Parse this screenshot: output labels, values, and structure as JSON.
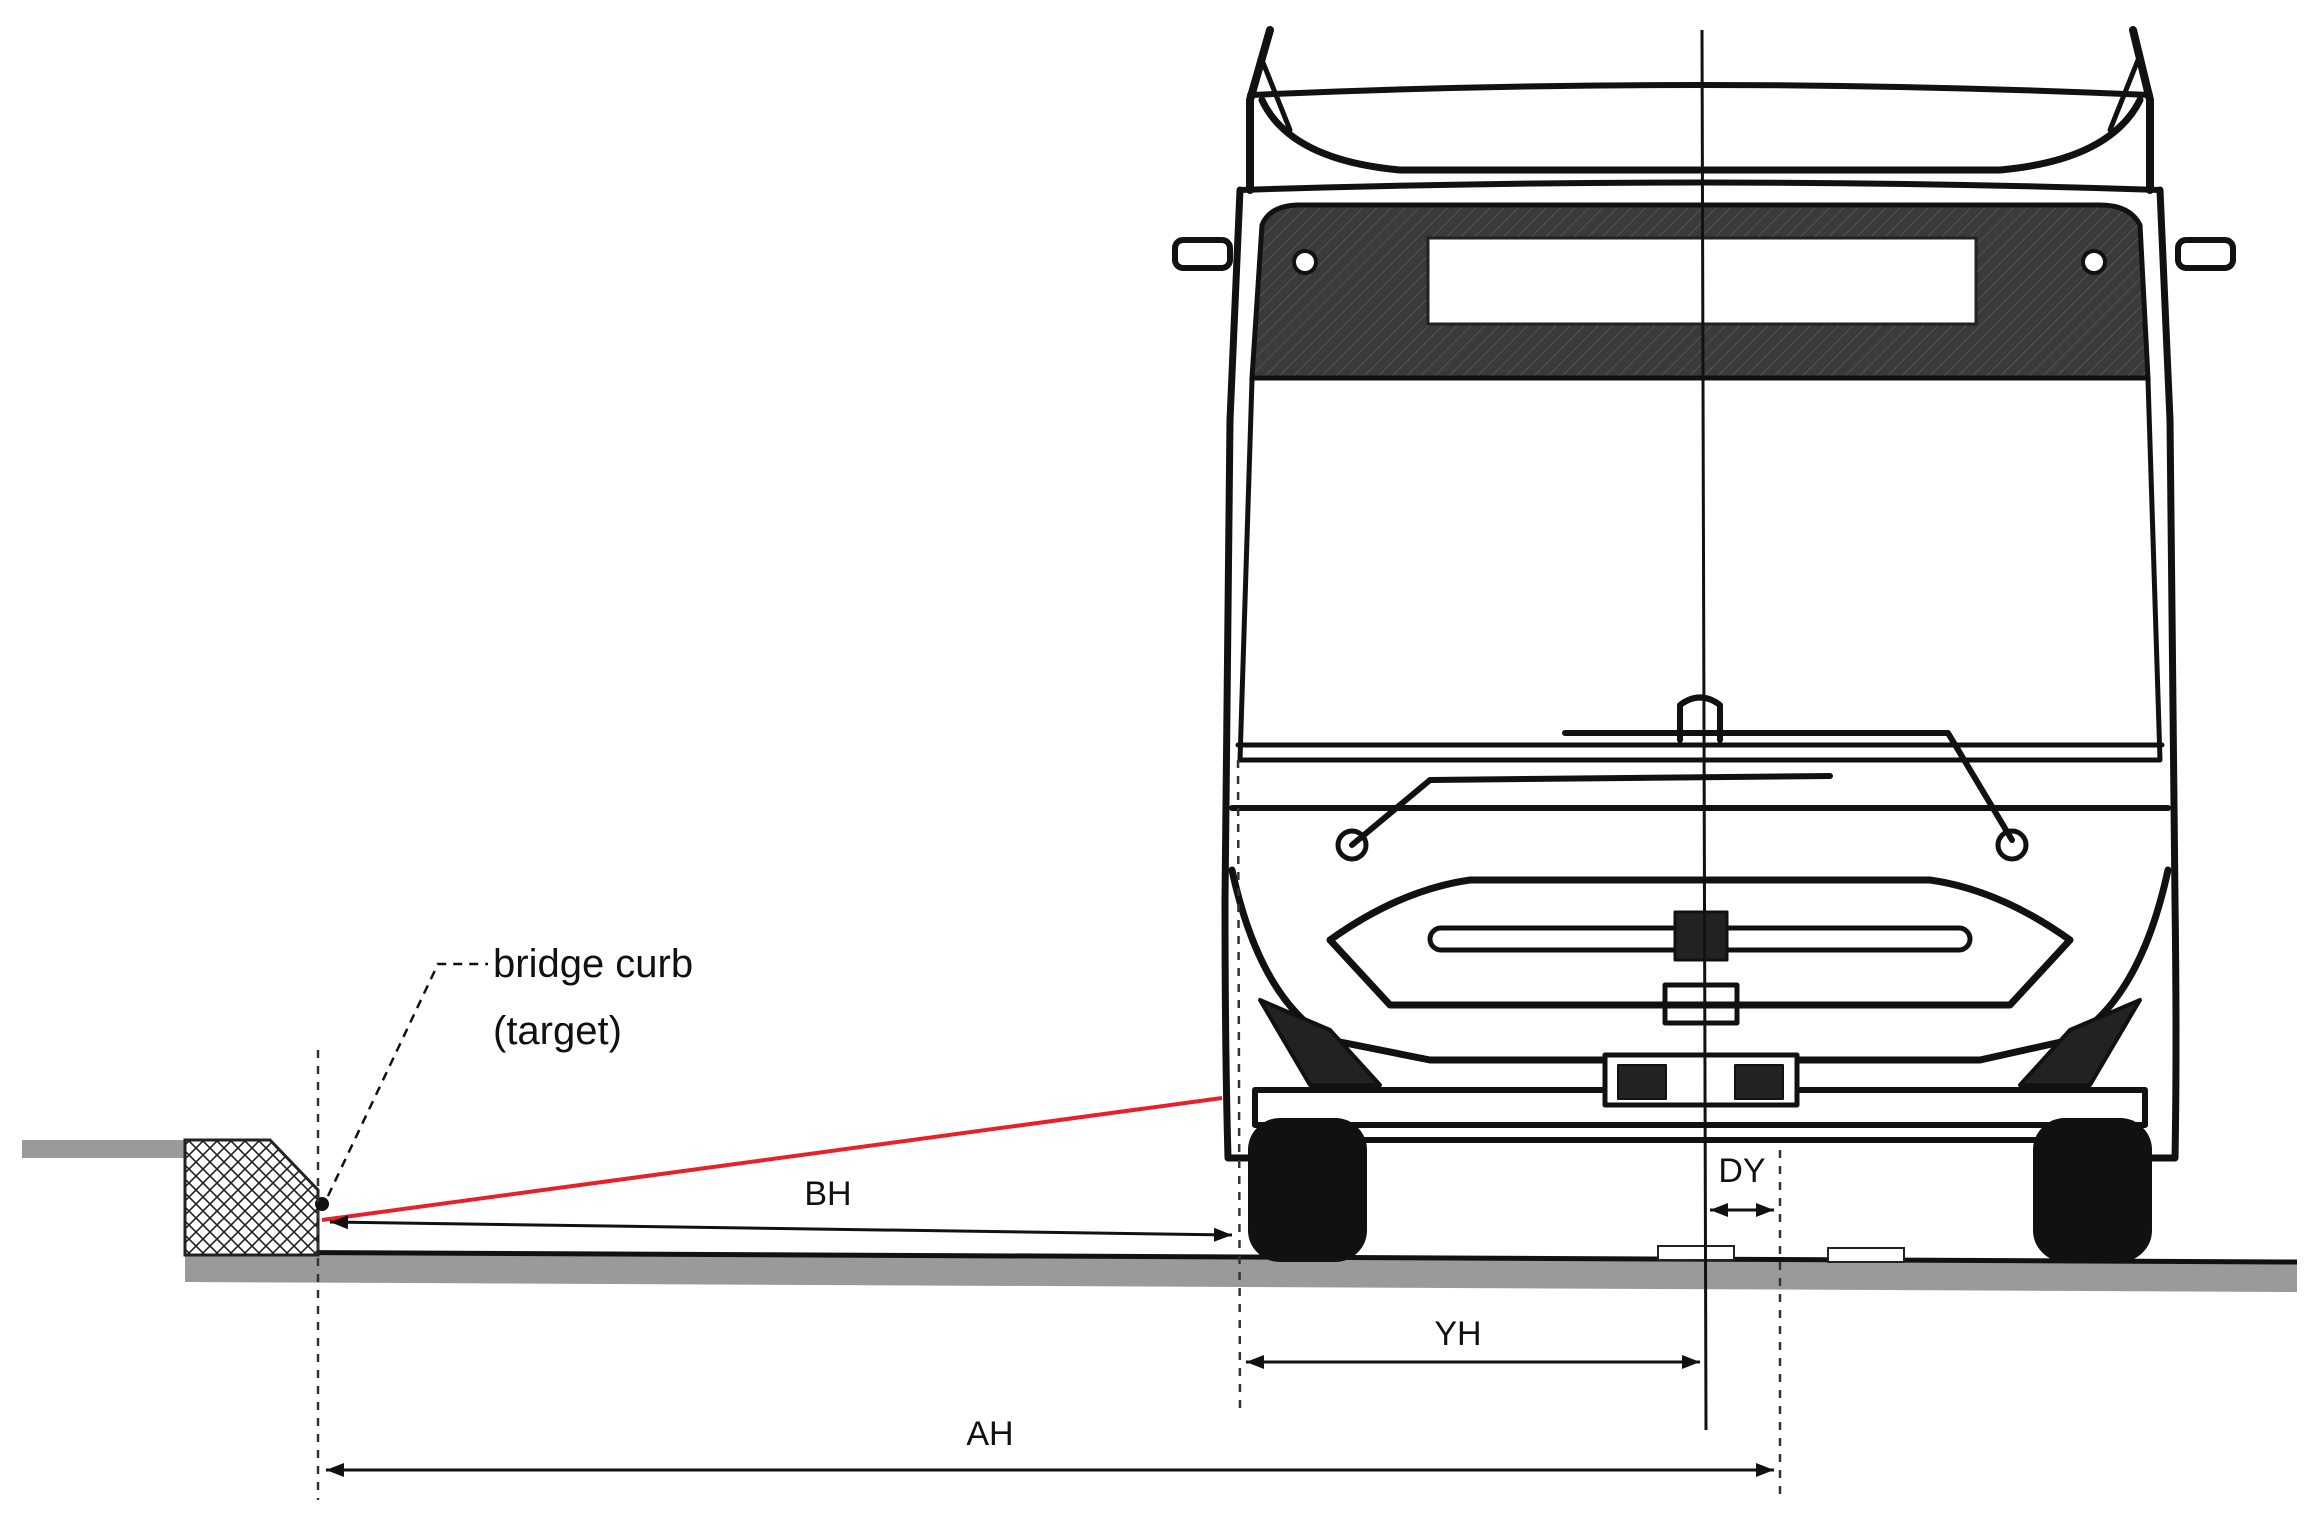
{
  "diagram": {
    "callout": {
      "line1": "bridge curb",
      "line2": "(target)"
    },
    "dimensions": {
      "bh": "BH",
      "yh": "YH",
      "ah": "AH",
      "dy": "DY"
    },
    "colors": {
      "laser_ray": "#e8202a",
      "road": "#9a9a9a",
      "outline": "#111111",
      "sign_panel": "#3a3a3a"
    }
  }
}
